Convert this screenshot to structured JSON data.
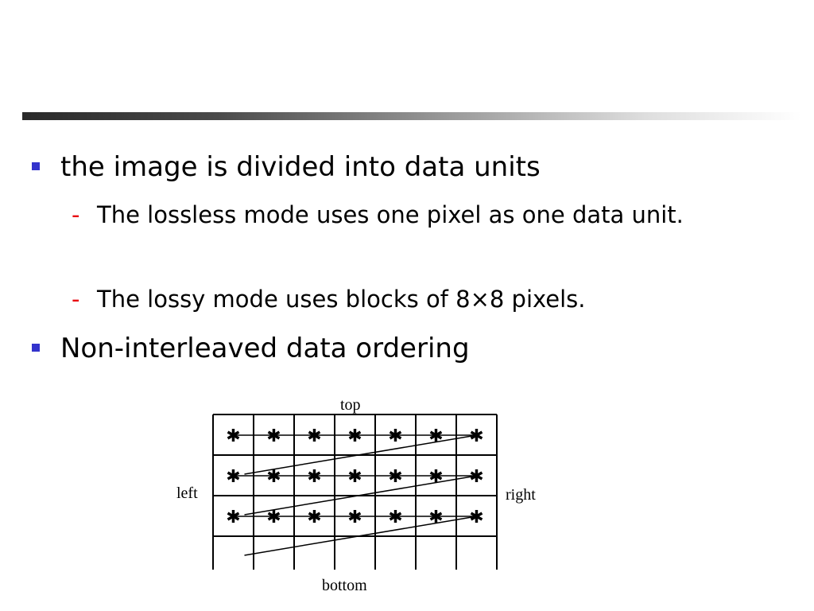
{
  "bullets": [
    {
      "text": "the image is divided into data units",
      "subitems": [
        "The lossless mode uses one pixel as one data unit.",
        "The lossy mode uses blocks of 8×8 pixels."
      ]
    },
    {
      "text": "Non-interleaved data ordering"
    }
  ],
  "diagram": {
    "labels": {
      "top": "top",
      "bottom": "bottom",
      "left": "left",
      "right": "right"
    },
    "columns": 7,
    "rows_with_stars": 3,
    "star_glyph": "✱"
  },
  "colors": {
    "bullet": "#3333cc",
    "dash": "#e8000b"
  }
}
